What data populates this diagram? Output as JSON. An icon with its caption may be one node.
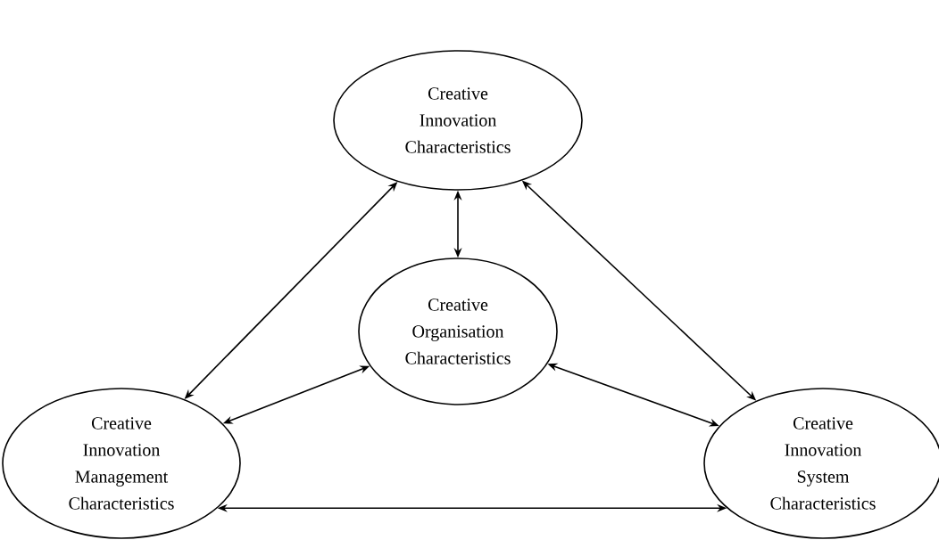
{
  "diagram": {
    "nodes": [
      {
        "text": [
          "Creative Innovation Characteristics"
        ]
      },
      {
        "text": [
          "Creative Organisation Characteristics"
        ]
      },
      {
        "text": [
          "Creative Innovation Management Characteristics"
        ]
      },
      {
        "text": [
          "Creative Innovation System Characteristics"
        ]
      }
    ],
    "edges": [
      {
        "from": 0,
        "to": 1,
        "arrow": "both"
      },
      {
        "from": 0,
        "to": 2,
        "arrow": "both"
      },
      {
        "from": 0,
        "to": 3,
        "arrow": "both"
      },
      {
        "from": 1,
        "to": 2,
        "arrow": "both"
      },
      {
        "from": 1,
        "to": 3,
        "arrow": "both"
      },
      {
        "from": 2,
        "to": 3,
        "arrow": "both"
      }
    ]
  }
}
